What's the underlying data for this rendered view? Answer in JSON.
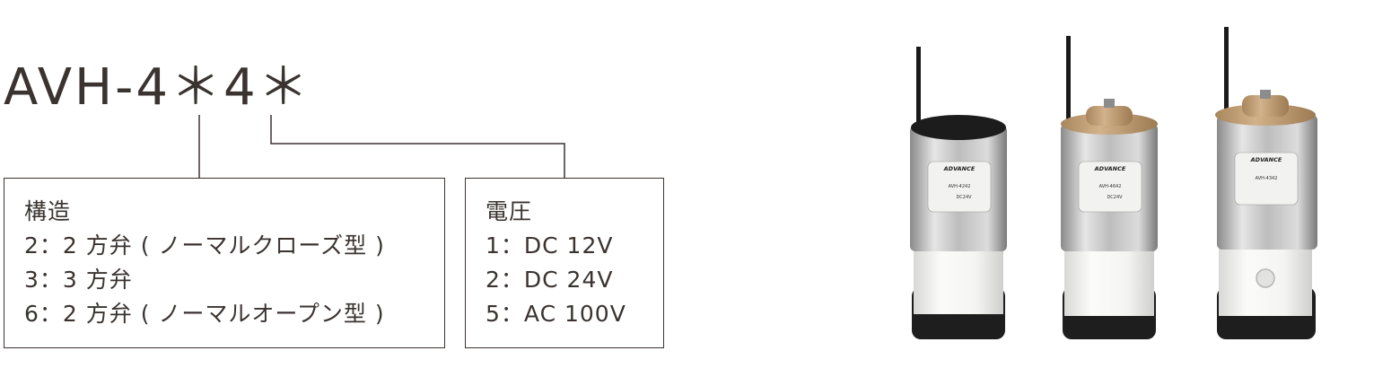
{
  "model_code": "AVH-4＊4＊",
  "structure": {
    "heading": "構造",
    "lines": [
      "2：2 方弁 ( ノーマルクローズ型 )",
      "3：3 方弁",
      "6：2 方弁 ( ノーマルオープン型 )"
    ]
  },
  "voltage": {
    "heading": "電圧",
    "lines": [
      "1：DC 12V",
      "2：DC 24V",
      "5：AC 100V"
    ]
  },
  "products": {
    "brand": "ADVANCE",
    "valves": [
      {
        "label_model": "AVH-4242",
        "label_voltage": "DC24V",
        "cap": "black",
        "port": false
      },
      {
        "label_model": "AVH-4642",
        "label_voltage": "DC24V",
        "cap": "tan",
        "port": false
      },
      {
        "label_model": "AVH-4342",
        "label_voltage": "",
        "cap": "tan",
        "port": true
      }
    ]
  },
  "colors": {
    "text": "#3a3330",
    "lines": "#3a3330",
    "cap_tan": "#c4a278",
    "body_white": "#f4f4f2",
    "base_black": "#1e1e1e"
  }
}
